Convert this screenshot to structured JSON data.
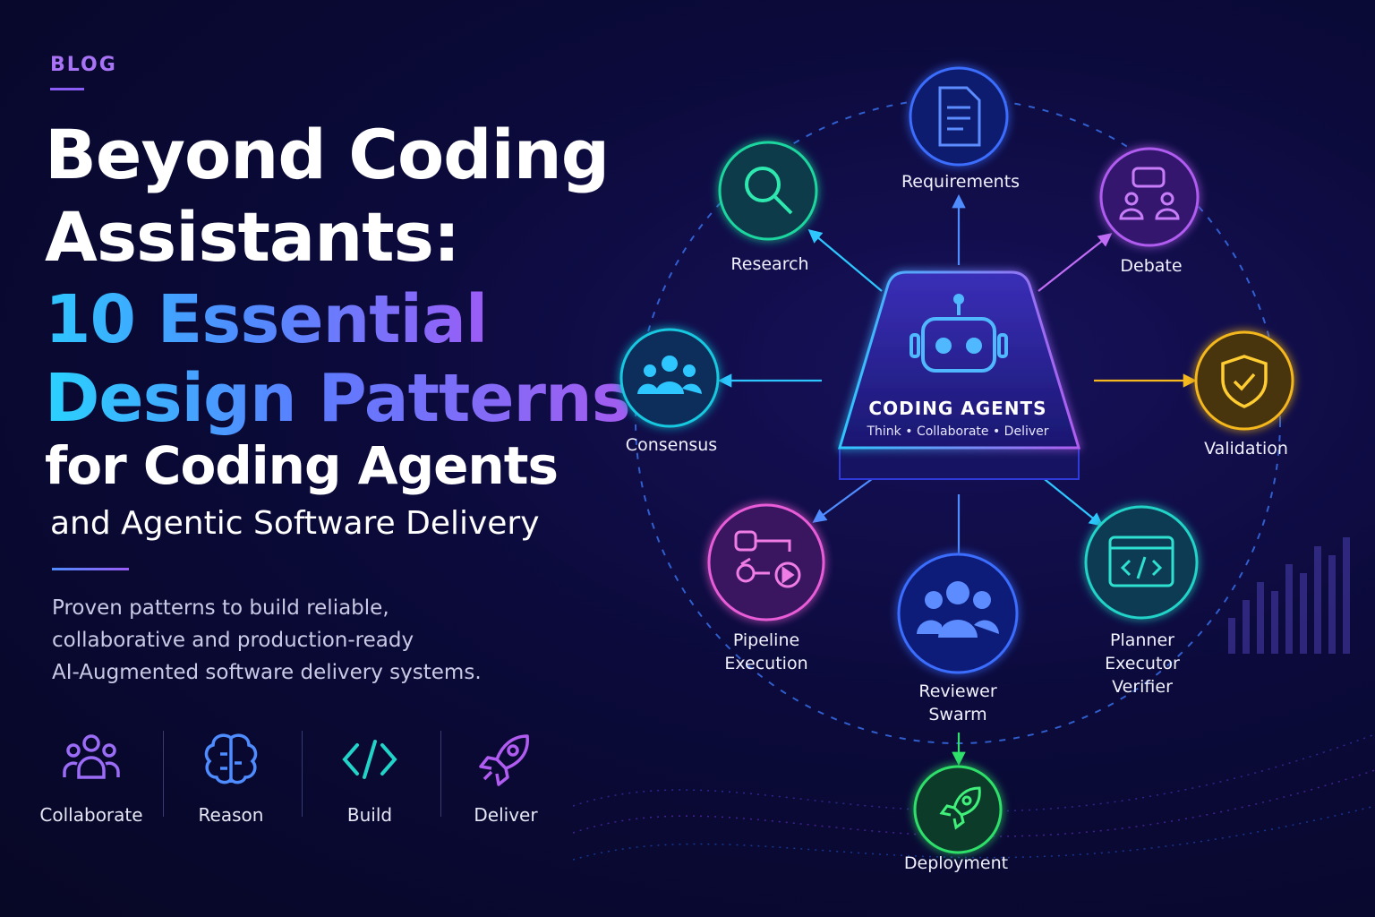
{
  "header": {
    "tag": "BLOG",
    "title_line1": "Beyond Coding",
    "title_line2": "Assistants:",
    "highlight_line1": "10 Essential",
    "highlight_line2": "Design Patterns",
    "subtitle_line1": "for Coding Agents",
    "subtitle_line2": "and Agentic Software Delivery"
  },
  "description": {
    "line1": "Proven patterns to build reliable,",
    "line2": "collaborative and production-ready",
    "line3": "AI-Augmented software delivery systems."
  },
  "features": [
    {
      "label": "Collaborate",
      "icon": "people-icon"
    },
    {
      "label": "Reason",
      "icon": "brain-icon"
    },
    {
      "label": "Build",
      "icon": "code-icon"
    },
    {
      "label": "Deliver",
      "icon": "rocket-icon"
    }
  ],
  "hub": {
    "title": "CODING AGENTS",
    "tagline": "Think • Collaborate • Deliver",
    "icon": "robot-icon"
  },
  "nodes": {
    "requirements": {
      "label": "Requirements",
      "icon": "document-icon",
      "color": "#3b6dff"
    },
    "research": {
      "label": "Research",
      "icon": "search-icon",
      "color": "#1fd6a0"
    },
    "debate": {
      "label": "Debate",
      "icon": "chat-people-icon",
      "color": "#b05cf0"
    },
    "consensus": {
      "label": "Consensus",
      "icon": "group-icon",
      "color": "#18c8e0"
    },
    "validation": {
      "label": "Validation",
      "icon": "shield-check-icon",
      "color": "#f5b81f"
    },
    "pipeline": {
      "label_line1": "Pipeline",
      "label_line2": "Execution",
      "icon": "pipeline-icon",
      "color": "#e85cd8"
    },
    "reviewer": {
      "label_line1": "Reviewer",
      "label_line2": "Swarm",
      "icon": "team-icon",
      "color": "#3b6dff"
    },
    "planner": {
      "label_line1": "Planner",
      "label_line2": "Executor",
      "label_line3": "Verifier",
      "icon": "code-window-icon",
      "color": "#22d3c8"
    },
    "deployment": {
      "label": "Deployment",
      "icon": "rocket-icon",
      "color": "#2fe06a"
    }
  }
}
